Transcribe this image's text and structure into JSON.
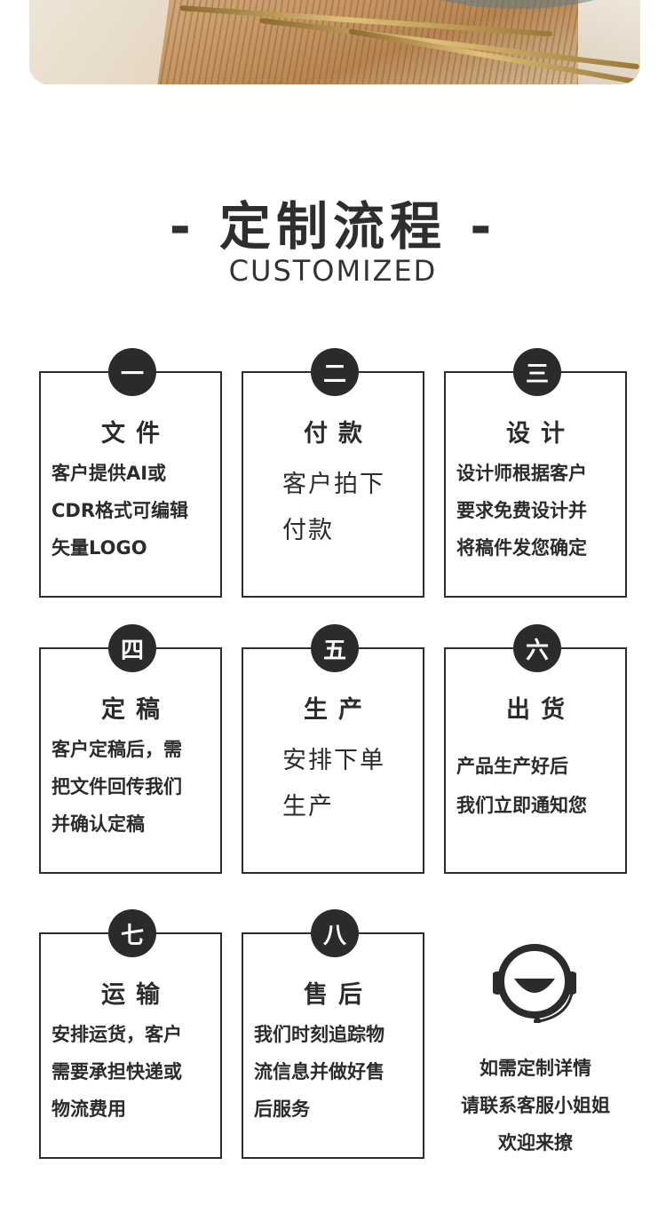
{
  "heading": {
    "title": "- 定制流程 -",
    "subtitle": "CUSTOMIZED"
  },
  "steps": [
    {
      "num": "一",
      "title": "文件",
      "lines": [
        "客户提供AI或",
        "CDR格式可编辑",
        "矢量LOGO"
      ]
    },
    {
      "num": "二",
      "title": "付款",
      "lines": [
        "客户拍下",
        "付款"
      ]
    },
    {
      "num": "三",
      "title": "设计",
      "lines": [
        "设计师根据客户",
        "要求免费设计并",
        "将稿件发您确定"
      ]
    },
    {
      "num": "四",
      "title": "定稿",
      "lines": [
        "客户定稿后，需",
        "把文件回传我们",
        "并确认定稿"
      ]
    },
    {
      "num": "五",
      "title": "生产",
      "lines": [
        "安排下单",
        "生产"
      ]
    },
    {
      "num": "六",
      "title": "出货",
      "lines": [
        "产品生产好后",
        "我们立即通知您"
      ]
    },
    {
      "num": "七",
      "title": "运输",
      "lines": [
        "安排运货，客户",
        "需要承担快递或",
        "物流费用"
      ]
    },
    {
      "num": "八",
      "title": "售后",
      "lines": [
        "我们时刻追踪物",
        "流信息并做好售",
        "后服务"
      ]
    }
  ],
  "service": {
    "icon": "headset-smile-icon",
    "lines": [
      "如需定制详情",
      "请联系客服小姐姐",
      "欢迎来撩"
    ]
  },
  "colors": {
    "ink": "#2b2b2b",
    "background": "#ffffff"
  }
}
